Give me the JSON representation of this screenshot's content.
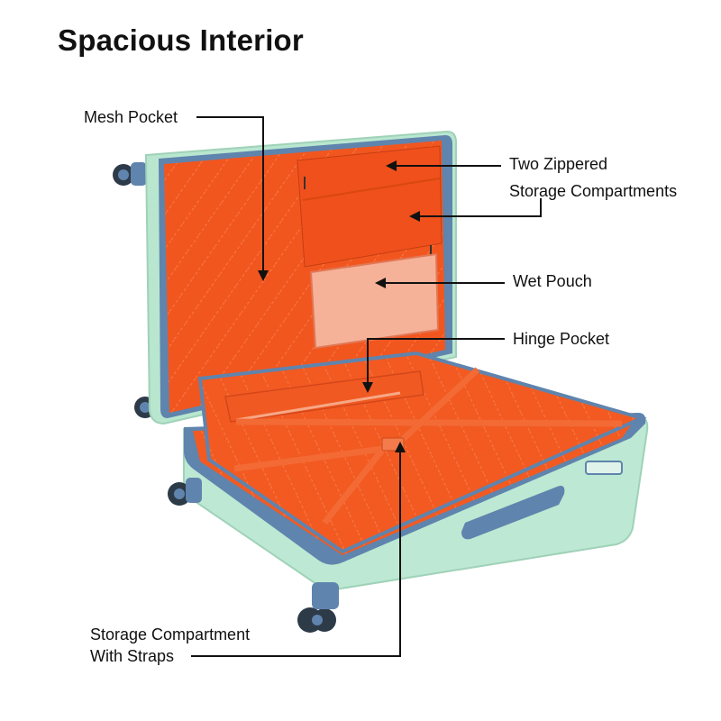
{
  "title": "Spacious Interior",
  "callouts": {
    "mesh_pocket": "Mesh Pocket",
    "two_zippered_line1": "Two Zippered",
    "two_zippered_line2": "Storage  Compartments",
    "wet_pouch": "Wet Pouch",
    "hinge_pocket": "Hinge Pocket",
    "storage_straps_line1": "Storage Compartment",
    "storage_straps_line2": "With Straps"
  },
  "colors": {
    "shell": "#b9e6cf",
    "trim": "#5f84ad",
    "lining": "#f2561f",
    "wheel": "#2d3a48"
  }
}
